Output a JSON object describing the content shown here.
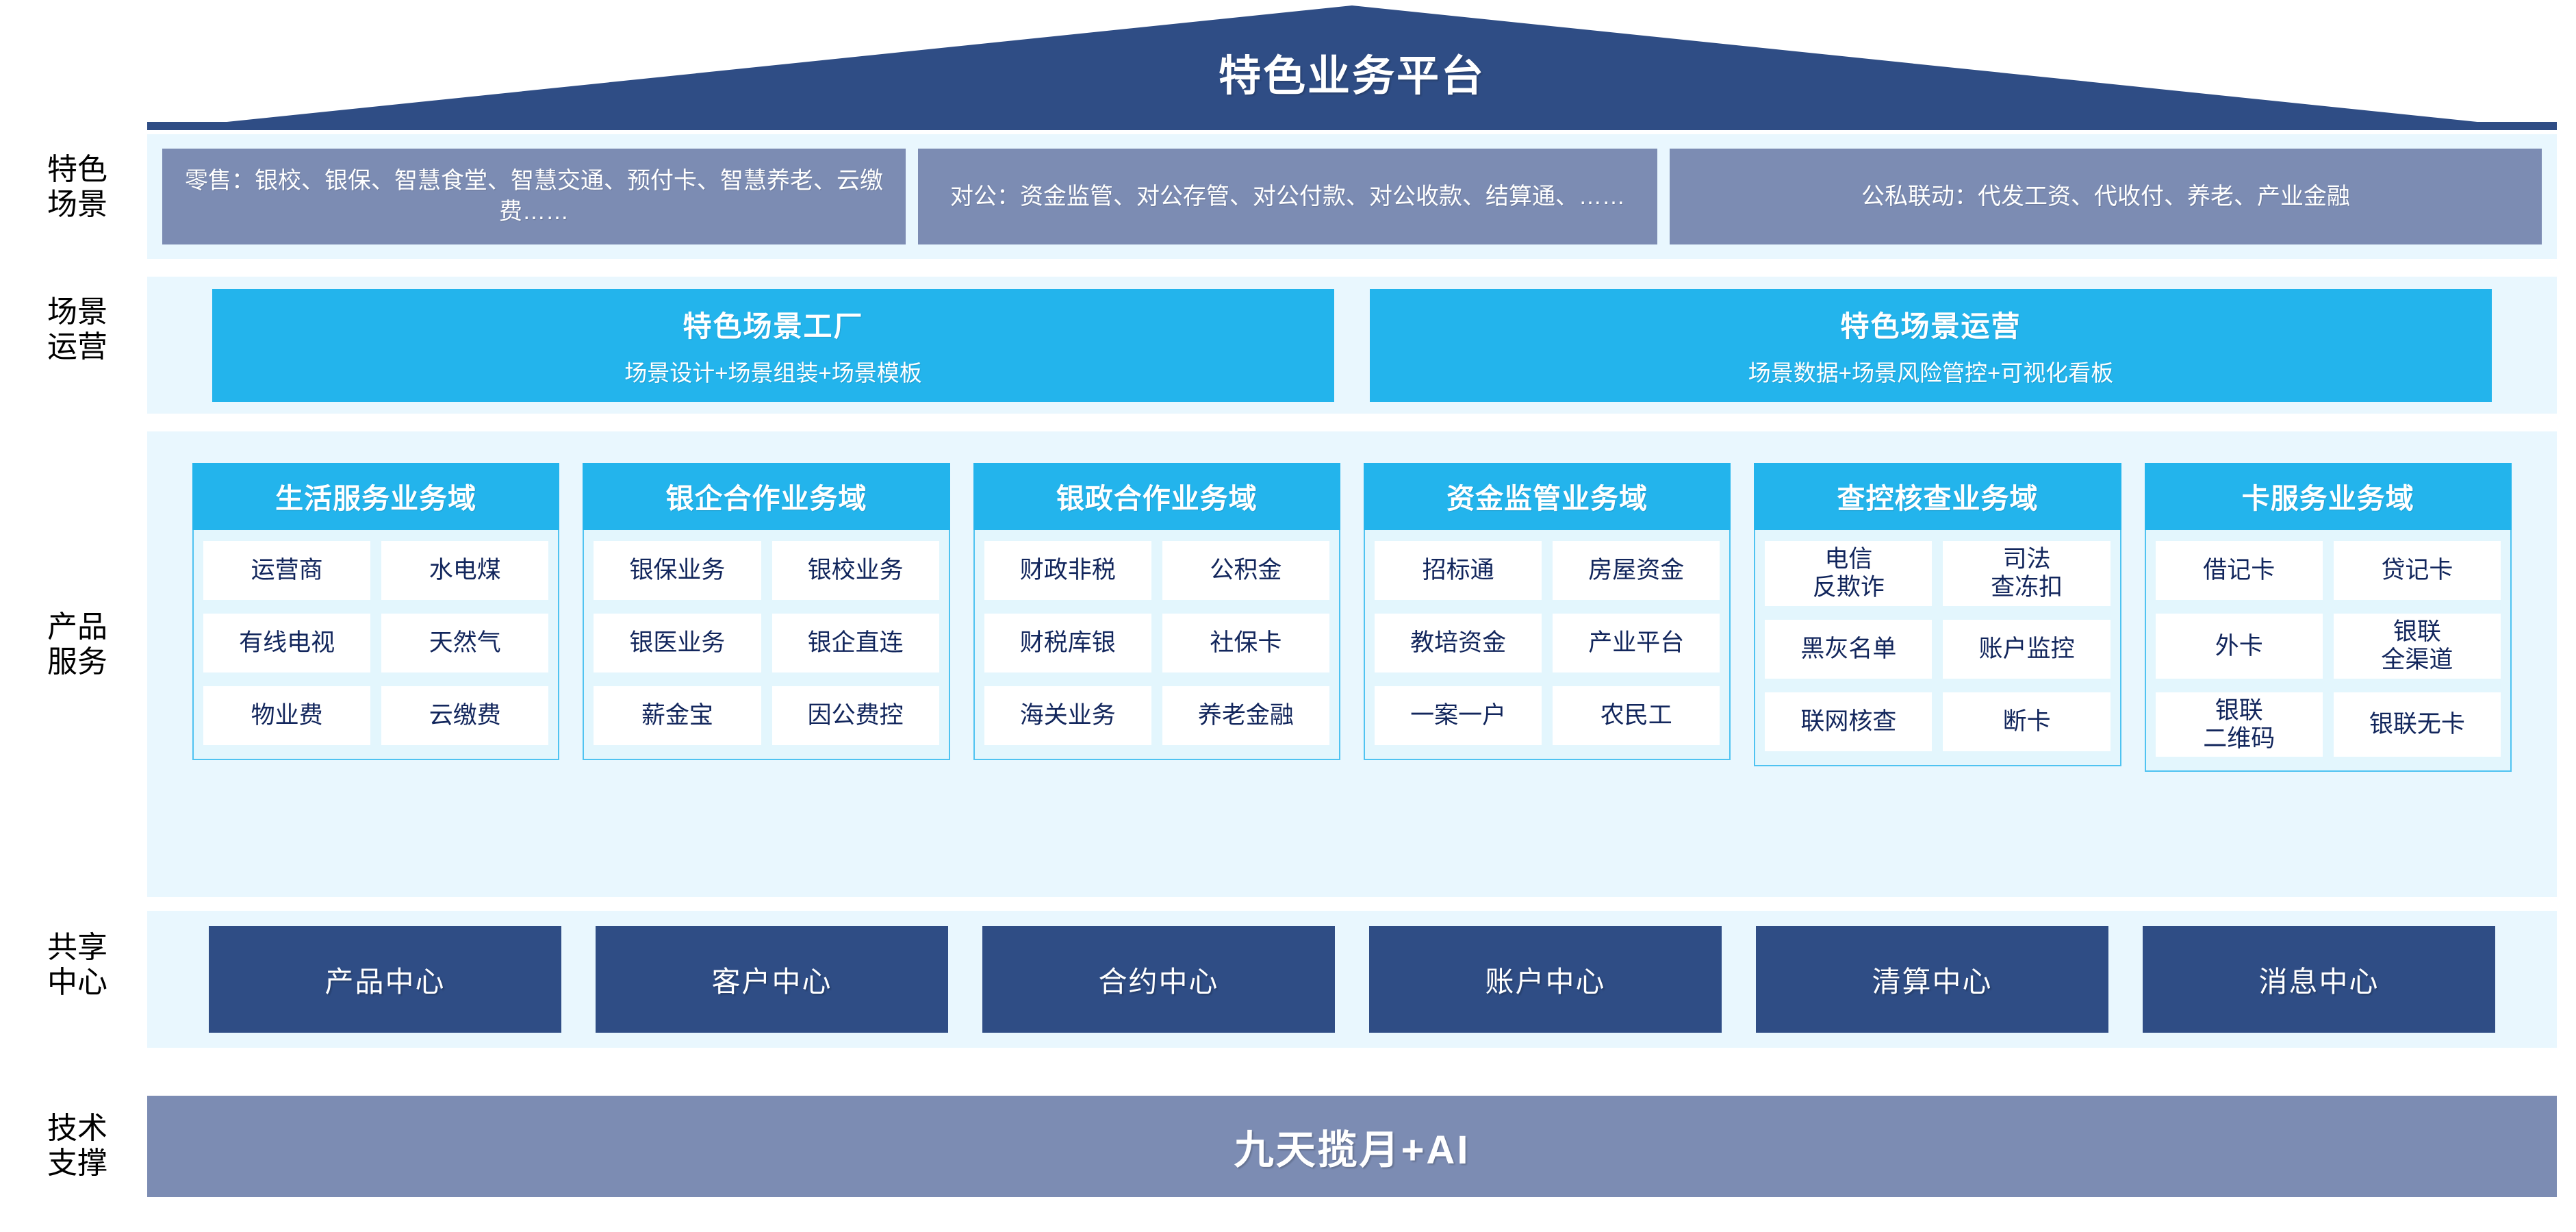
{
  "header": {
    "title": "特色业务平台"
  },
  "row_labels": {
    "scenes": "特色\n场景",
    "operation": "场景\n运营",
    "products": "产品\n服务",
    "shared": "共享\n中心",
    "tech": "技术\n支撑"
  },
  "scenes": {
    "boxes": [
      {
        "text": "零售：银校、银保、智慧食堂、智慧交通、预付卡、智慧养老、云缴费……"
      },
      {
        "text": "对公：资金监管、对公存管、对公付款、对公收款、结算通、……"
      },
      {
        "text": "公私联动：代发工资、代收付、养老、产业金融"
      }
    ]
  },
  "operation": {
    "boxes": [
      {
        "title": "特色场景工厂",
        "subtitle": "场景设计+场景组装+场景模板"
      },
      {
        "title": "特色场景运营",
        "subtitle": "场景数据+场景风险管控+可视化看板"
      }
    ]
  },
  "products": {
    "domains": [
      {
        "title": "生活服务业务域",
        "items": [
          "运营商",
          "水电煤",
          "有线电视",
          "天然气",
          "物业费",
          "云缴费"
        ]
      },
      {
        "title": "银企合作业务域",
        "items": [
          "银保业务",
          "银校业务",
          "银医业务",
          "银企直连",
          "薪金宝",
          "因公费控"
        ]
      },
      {
        "title": "银政合作业务域",
        "items": [
          "财政非税",
          "公积金",
          "财税库银",
          "社保卡",
          "海关业务",
          "养老金融"
        ]
      },
      {
        "title": "资金监管业务域",
        "items": [
          "招标通",
          "房屋资金",
          "教培资金",
          "产业平台",
          "一案一户",
          "农民工"
        ]
      },
      {
        "title": "查控核查业务域",
        "items": [
          "电信\n反欺诈",
          "司法\n查冻扣",
          "黑灰名单",
          "账户监控",
          "联网核查",
          "断卡"
        ]
      },
      {
        "title": "卡服务业务域",
        "items": [
          "借记卡",
          "贷记卡",
          "外卡",
          "银联\n全渠道",
          "银联\n二维码",
          "银联无卡"
        ]
      }
    ]
  },
  "shared": {
    "boxes": [
      "产品中心",
      "客户中心",
      "合约中心",
      "账户中心",
      "清算中心",
      "消息中心"
    ]
  },
  "tech": {
    "title": "九天揽月+AI"
  },
  "colors": {
    "roof_navy": "#2f4d85",
    "panel_bg": "#e9f7fe",
    "scene_box": "#7c8cb3",
    "cyan": "#23b4ec",
    "domain_bg": "#e3f6fd",
    "domain_border": "#4fc3f1",
    "cell_bg": "#ffffff",
    "text_navy": "#12265c",
    "shared_navy": "#2f4d85",
    "tech_bar": "#7c8cb3"
  }
}
